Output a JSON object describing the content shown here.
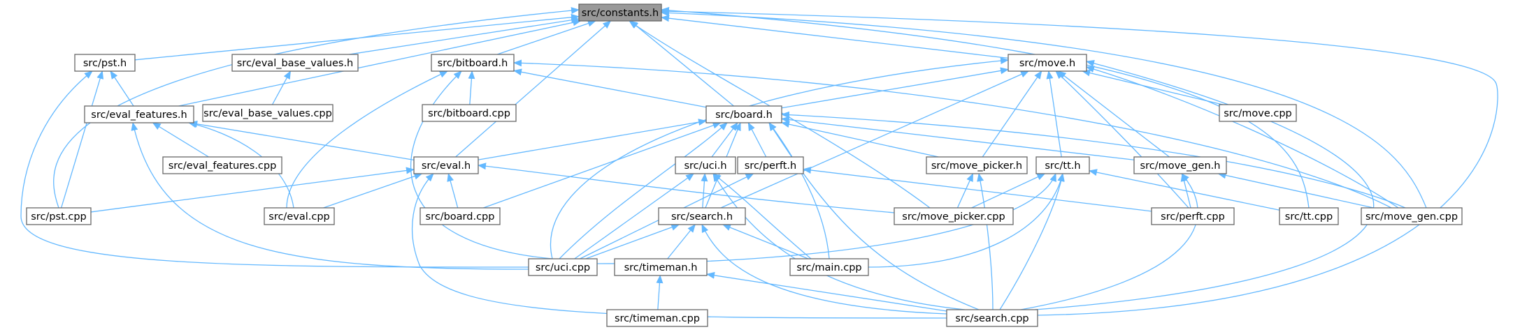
{
  "diagram": {
    "nodes": [
      {
        "id": "constants_h",
        "label": "src/constants.h",
        "root": true
      },
      {
        "id": "pst_h",
        "label": "src/pst.h"
      },
      {
        "id": "eval_base_values_h",
        "label": "src/eval_base_values.h"
      },
      {
        "id": "bitboard_h",
        "label": "src/bitboard.h"
      },
      {
        "id": "move_h",
        "label": "src/move.h"
      },
      {
        "id": "eval_base_values_cpp",
        "label": "src/eval_base_values.cpp"
      },
      {
        "id": "eval_features_h",
        "label": "src/eval_features.h"
      },
      {
        "id": "bitboard_cpp",
        "label": "src/bitboard.cpp"
      },
      {
        "id": "board_h",
        "label": "src/board.h"
      },
      {
        "id": "move_cpp",
        "label": "src/move.cpp"
      },
      {
        "id": "eval_features_cpp",
        "label": "src/eval_features.cpp"
      },
      {
        "id": "eval_h",
        "label": "src/eval.h"
      },
      {
        "id": "uci_h",
        "label": "src/uci.h"
      },
      {
        "id": "perft_h",
        "label": "src/perft.h"
      },
      {
        "id": "move_picker_h",
        "label": "src/move_picker.h"
      },
      {
        "id": "tt_h",
        "label": "src/tt.h"
      },
      {
        "id": "move_gen_h",
        "label": "src/move_gen.h"
      },
      {
        "id": "pst_cpp",
        "label": "src/pst.cpp"
      },
      {
        "id": "eval_cpp",
        "label": "src/eval.cpp"
      },
      {
        "id": "board_cpp",
        "label": "src/board.cpp"
      },
      {
        "id": "search_h",
        "label": "src/search.h"
      },
      {
        "id": "move_picker_cpp",
        "label": "src/move_picker.cpp"
      },
      {
        "id": "perft_cpp",
        "label": "src/perft.cpp"
      },
      {
        "id": "tt_cpp",
        "label": "src/tt.cpp"
      },
      {
        "id": "move_gen_cpp",
        "label": "src/move_gen.cpp"
      },
      {
        "id": "uci_cpp",
        "label": "src/uci.cpp"
      },
      {
        "id": "timeman_h",
        "label": "src/timeman.h"
      },
      {
        "id": "main_cpp",
        "label": "src/main.cpp"
      },
      {
        "id": "timeman_cpp",
        "label": "src/timeman.cpp"
      },
      {
        "id": "search_cpp",
        "label": "src/search.cpp"
      }
    ],
    "edges": [
      [
        "pst_h",
        "constants_h"
      ],
      [
        "eval_base_values_h",
        "constants_h"
      ],
      [
        "bitboard_h",
        "constants_h"
      ],
      [
        "move_h",
        "constants_h"
      ],
      [
        "eval_features_h",
        "constants_h"
      ],
      [
        "board_h",
        "constants_h"
      ],
      [
        "eval_h",
        "constants_h"
      ],
      [
        "pst_cpp",
        "constants_h"
      ],
      [
        "move_picker_cpp",
        "constants_h"
      ],
      [
        "tt_cpp",
        "constants_h"
      ],
      [
        "move_gen_cpp",
        "constants_h"
      ],
      [
        "search_cpp",
        "constants_h"
      ],
      [
        "eval_features_h",
        "pst_h"
      ],
      [
        "pst_cpp",
        "pst_h"
      ],
      [
        "uci_cpp",
        "pst_h"
      ],
      [
        "eval_base_values_cpp",
        "eval_base_values_h"
      ],
      [
        "bitboard_cpp",
        "bitboard_h"
      ],
      [
        "board_h",
        "bitboard_h"
      ],
      [
        "eval_cpp",
        "bitboard_h"
      ],
      [
        "uci_cpp",
        "bitboard_h"
      ],
      [
        "move_gen_cpp",
        "bitboard_h"
      ],
      [
        "board_h",
        "move_h"
      ],
      [
        "move_cpp",
        "move_h"
      ],
      [
        "move_picker_h",
        "move_h"
      ],
      [
        "tt_h",
        "move_h"
      ],
      [
        "move_gen_h",
        "move_h"
      ],
      [
        "search_h",
        "move_h"
      ],
      [
        "uci_cpp",
        "move_h"
      ],
      [
        "perft_cpp",
        "move_h"
      ],
      [
        "move_gen_cpp",
        "move_h"
      ],
      [
        "search_cpp",
        "move_h"
      ],
      [
        "eval_features_cpp",
        "eval_features_h"
      ],
      [
        "eval_h",
        "eval_features_h"
      ],
      [
        "eval_cpp",
        "eval_features_h"
      ],
      [
        "uci_cpp",
        "eval_features_h"
      ],
      [
        "eval_h",
        "board_h"
      ],
      [
        "uci_h",
        "board_h"
      ],
      [
        "perft_h",
        "board_h"
      ],
      [
        "move_picker_h",
        "board_h"
      ],
      [
        "move_gen_h",
        "board_h"
      ],
      [
        "board_cpp",
        "board_h"
      ],
      [
        "search_h",
        "board_h"
      ],
      [
        "uci_cpp",
        "board_h"
      ],
      [
        "main_cpp",
        "board_h"
      ],
      [
        "search_cpp",
        "board_h"
      ],
      [
        "move_gen_cpp",
        "board_h"
      ],
      [
        "pst_cpp",
        "eval_h"
      ],
      [
        "eval_cpp",
        "eval_h"
      ],
      [
        "board_cpp",
        "eval_h"
      ],
      [
        "move_picker_cpp",
        "eval_h"
      ],
      [
        "search_cpp",
        "eval_h"
      ],
      [
        "search_h",
        "uci_h"
      ],
      [
        "uci_cpp",
        "uci_h"
      ],
      [
        "main_cpp",
        "uci_h"
      ],
      [
        "search_cpp",
        "uci_h"
      ],
      [
        "uci_cpp",
        "perft_h"
      ],
      [
        "perft_cpp",
        "perft_h"
      ],
      [
        "move_picker_cpp",
        "move_picker_h"
      ],
      [
        "search_cpp",
        "move_picker_h"
      ],
      [
        "move_picker_cpp",
        "tt_h"
      ],
      [
        "uci_cpp",
        "tt_h"
      ],
      [
        "main_cpp",
        "tt_h"
      ],
      [
        "search_cpp",
        "tt_h"
      ],
      [
        "tt_cpp",
        "tt_h"
      ],
      [
        "perft_cpp",
        "move_gen_h"
      ],
      [
        "move_gen_cpp",
        "move_gen_h"
      ],
      [
        "search_cpp",
        "move_gen_h"
      ],
      [
        "uci_cpp",
        "search_h"
      ],
      [
        "timeman_h",
        "search_h"
      ],
      [
        "main_cpp",
        "search_h"
      ],
      [
        "search_cpp",
        "search_h"
      ],
      [
        "timeman_cpp",
        "timeman_h"
      ],
      [
        "search_cpp",
        "timeman_h"
      ]
    ]
  }
}
